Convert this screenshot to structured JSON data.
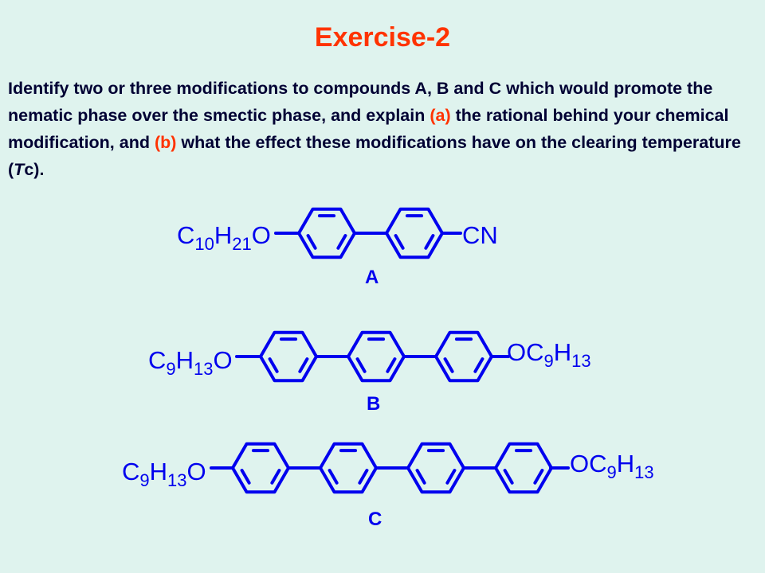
{
  "title": "Exercise-2",
  "question": {
    "part1": "Identify two or three modifications to compounds A, B and C which would promote the nematic phase over the smectic phase, and explain ",
    "label_a": "(a)",
    "part2": " the rational behind your chemical modification, and ",
    "label_b": "(b)",
    "part3": " what the effect these modifications have on the clearing temperature (",
    "tc_italic": "T",
    "tc_rest": "c",
    "part4": ")."
  },
  "colors": {
    "title": "#ff3300",
    "text": "#000033",
    "highlight": "#ff3300",
    "structure": "#0000ee",
    "background": "#dff3ee"
  },
  "compounds": [
    {
      "label": "A",
      "left_group": {
        "main1": "C",
        "sub1": "10",
        "main2": "H",
        "sub2": "21",
        "main3": "O"
      },
      "right_group": {
        "text": "CN"
      },
      "ring_count": 2
    },
    {
      "label": "B",
      "left_group": {
        "main1": "C",
        "sub1": "9",
        "main2": "H",
        "sub2": "13",
        "main3": "O"
      },
      "right_group": {
        "main1": "OC",
        "sub1": "9",
        "main2": "H",
        "sub2": "13"
      },
      "ring_count": 3
    },
    {
      "label": "C",
      "left_group": {
        "main1": "C",
        "sub1": "9",
        "main2": "H",
        "sub2": "13",
        "main3": "O"
      },
      "right_group": {
        "main1": "OC",
        "sub1": "9",
        "main2": "H",
        "sub2": "13"
      },
      "ring_count": 4
    }
  ]
}
